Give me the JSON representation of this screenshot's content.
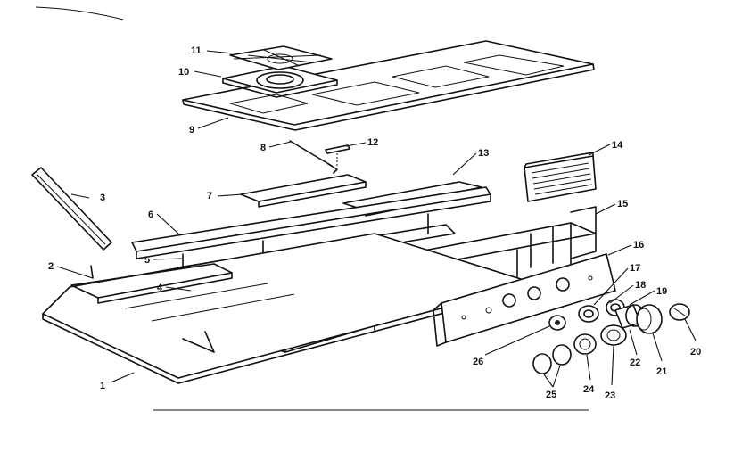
{
  "parts": {
    "p1": "1",
    "p2": "2",
    "p3": "3",
    "p4": "4",
    "p5": "5",
    "p6": "6",
    "p7": "7",
    "p8": "8",
    "p9": "9",
    "p10": "10",
    "p11": "11",
    "p12": "12",
    "p13": "13",
    "p14": "14",
    "p15": "15",
    "p16": "16",
    "p17": "17",
    "p18": "18",
    "p19": "19",
    "p20": "20",
    "p21": "21",
    "p22": "22",
    "p23": "23",
    "p24": "24",
    "p25": "25",
    "p26": "26"
  }
}
